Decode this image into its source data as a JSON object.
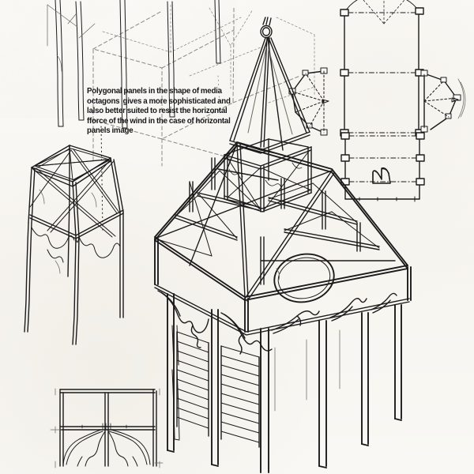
{
  "sheet": {
    "medium": "hand-drawn pencil and ink architectural sketch, scanned",
    "paper_color": "#faf9f6",
    "ink_color": "#1b1b1b",
    "faint_ink_color": "#6d6a64"
  },
  "annotation": {
    "text": "Polygonal panels in the shape of media\noctagons  gives a more sophisticated and\nlalso better suited to resist the horizontal\nfforce of the wind in the case of horizontal\npanels image",
    "lines": [
      "Polygonal panels in the shape of media",
      "octagons  gives a more sophisticated and",
      "lalso better suited to resist the horizontal",
      "fforce of the wind in the case of horizontal",
      "panels image"
    ]
  },
  "drawings": {
    "ghost_frame": {
      "label": "dashed ghosted structural volume study",
      "position": "top-left / top-centre",
      "line_style": "dashed construction lines with slender posts"
    },
    "corner_detail": {
      "label": "axonometric corner bracket detail",
      "position": "left-middle",
      "features": [
        "tapered posts",
        "diagonal bracing",
        "gothic cusped arch brackets"
      ]
    },
    "main_pavilion": {
      "label": "axonometric timber pavilion with spire",
      "position": "centre",
      "features": [
        "octagonal spire with ring finial",
        "open belfry lantern",
        "hipped roof truss framing",
        "oval rose window",
        "louvered horizontal siding panel",
        "columns with decorative spandrel brackets"
      ]
    },
    "plan_upper": {
      "label": "orthographic elevation / plan with dash-dot setting-out lines",
      "position": "top-right"
    },
    "plan_lower": {
      "label": "orthographic elevation with butterfly bracket symbol",
      "position": "right-middle"
    },
    "fan_left": {
      "label": "half-octagon radial fan setting-out diagram",
      "position": "upper-right, left of centre"
    },
    "fan_right": {
      "label": "mirrored half-octagon radial fan setting-out diagram",
      "position": "upper-right edge"
    },
    "elevation_detail": {
      "label": "bay elevation detail with corbel brackets",
      "position": "bottom-left"
    }
  }
}
